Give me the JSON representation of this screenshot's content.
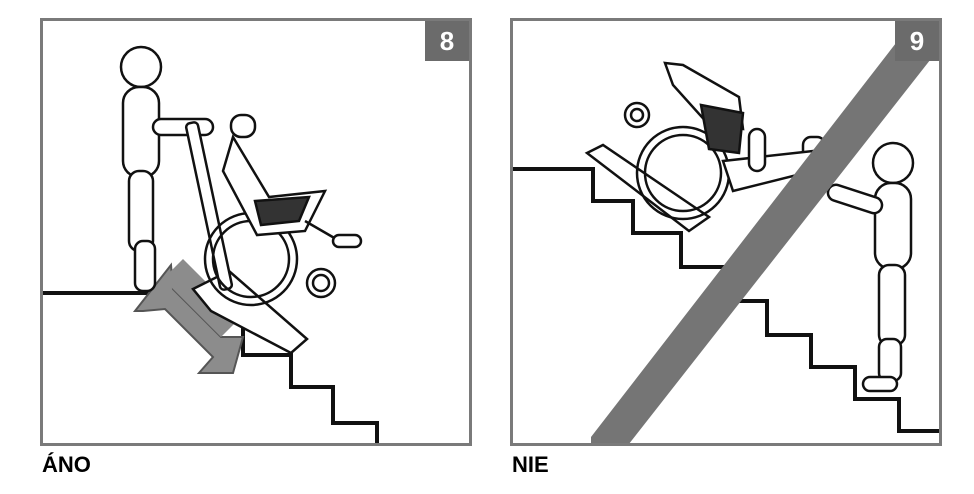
{
  "panels": [
    {
      "number": "8",
      "caption": "ÁNO"
    },
    {
      "number": "9",
      "caption": "NIE"
    }
  ],
  "colors": {
    "frame": "#7a7a7a",
    "badge": "#6b6b6b",
    "arrow": "#8c8c8c",
    "stairs": "#111111"
  },
  "icons": {
    "left": [
      "stair-climber-icon",
      "wheelchair-icon",
      "person-icon",
      "double-arrow-icon"
    ],
    "right": [
      "stair-climber-icon",
      "wheelchair-icon",
      "person-icon",
      "prohibition-slash-icon"
    ]
  }
}
